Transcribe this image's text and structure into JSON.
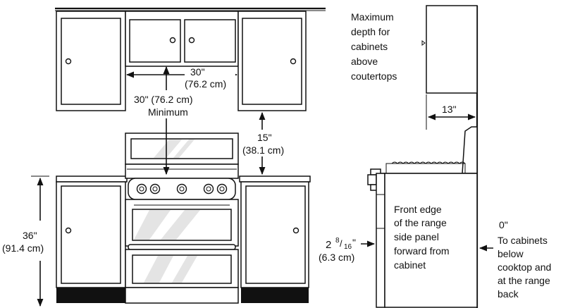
{
  "front_view": {
    "clearance_above_range": [
      "30\"",
      "(76.2 cm)"
    ],
    "upper_cabinet_gap": [
      "30\" (76.2 cm)",
      "Minimum"
    ],
    "clearance_above_countertop": [
      "15\"",
      "(38.1 cm)"
    ],
    "countertop_height": [
      "36\"",
      "(91.4 cm)"
    ]
  },
  "side_view": {
    "upper_cabinet_note": [
      "Maximum",
      "depth for",
      "cabinets",
      "above",
      "coutertops"
    ],
    "upper_cabinet_depth": "13\"",
    "front_edge_note": [
      "Front edge",
      "of the range",
      "side panel",
      "forward from",
      "cabinet"
    ],
    "front_overhang_whole": "2",
    "front_overhang_fraction_num": "8",
    "front_overhang_fraction_den": "16",
    "front_overhang_inch": "\"",
    "front_overhang_metric": "(6.3 cm)",
    "rear_clearance": "0\"",
    "rear_clearance_note": [
      "To cabinets",
      "below",
      "cooktop and",
      "at the range",
      "back"
    ]
  }
}
